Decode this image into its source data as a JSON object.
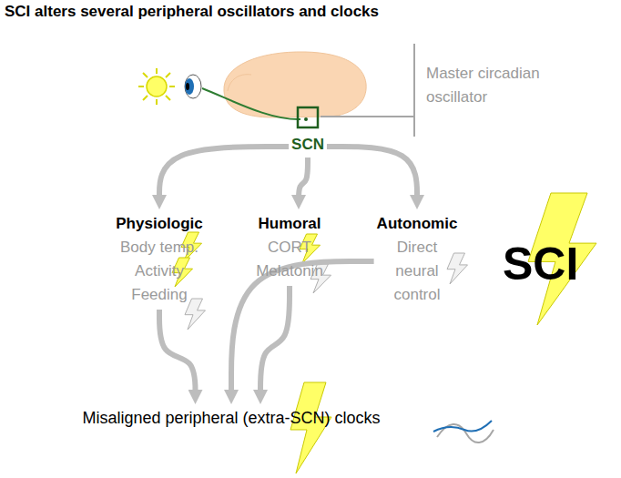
{
  "diagram": {
    "title": "SCI alters several peripheral oscillators and clocks",
    "nodes": [
      {
        "text": [
          "SCN"
        ]
      },
      {
        "text": [
          "Physiologic",
          "Body temp. Activity Feeding"
        ]
      },
      {
        "text": [
          "Humoral",
          "CORT Melatonin"
        ]
      },
      {
        "text": [
          "Autonomic",
          "Direct neural control"
        ]
      },
      {
        "text": [
          "Misaligned peripheral (extra-SCN) clocks"
        ]
      }
    ],
    "edges": [
      {
        "from": 0,
        "to": 1,
        "arrow": "to"
      },
      {
        "from": 0,
        "to": 2,
        "arrow": "to"
      },
      {
        "from": 0,
        "to": 3,
        "arrow": "to"
      },
      {
        "from": 1,
        "to": 4,
        "arrow": "to"
      },
      {
        "from": 2,
        "to": 4,
        "arrow": "to"
      },
      {
        "from": 3,
        "to": 4,
        "arrow": "to"
      }
    ],
    "labels": [
      "Master circadian oscillator",
      "SCI"
    ]
  }
}
